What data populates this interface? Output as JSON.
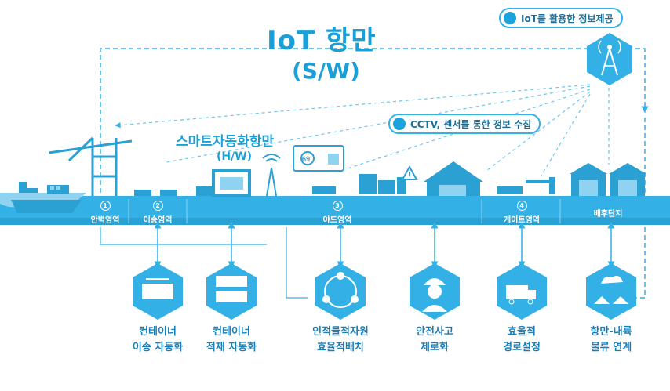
{
  "title": {
    "main": "IoT 항만",
    "sub": "(S/W)"
  },
  "hardware": {
    "main": "스마트자동화항만",
    "sub": "(H/W)"
  },
  "callouts": {
    "iot": "IoT를 활용한 정보제공",
    "cctv": "CCTV, 센서를 통한 정보 수집"
  },
  "screen": {
    "value": "69"
  },
  "zones": [
    {
      "num": "1",
      "label": "안벽영역"
    },
    {
      "num": "2",
      "label": "이송영역"
    },
    {
      "num": "3",
      "label": "야드영역"
    },
    {
      "num": "4",
      "label": "게이트영역"
    },
    {
      "num": "",
      "label": "배후단지"
    }
  ],
  "features": [
    {
      "line1": "컨테이너",
      "line2": "이송 자동화",
      "icon": "container-transfer-icon"
    },
    {
      "line1": "컨테이너",
      "line2": "적재 자동화",
      "icon": "container-stacking-icon"
    },
    {
      "line1": "인적물적자원",
      "line2": "효율적배치",
      "icon": "resource-network-icon"
    },
    {
      "line1": "안전사고",
      "line2": "제로화",
      "icon": "safety-worker-icon"
    },
    {
      "line1": "효율적",
      "line2": "경로설정",
      "icon": "truck-route-icon"
    },
    {
      "line1": "항만-내륙",
      "line2": "물류 연계",
      "icon": "inland-logistics-icon"
    }
  ],
  "colors": {
    "primary": "#1a9fd6",
    "band": "#33b1e6",
    "light": "#8fd3f1",
    "dark": "#1d6e99"
  }
}
